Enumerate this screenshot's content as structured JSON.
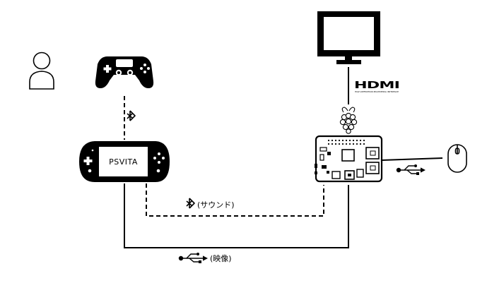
{
  "nodes": {
    "psvita": {
      "label": "PSVITA"
    },
    "hdmi": {
      "logo": "HDMI",
      "tagline": "HIGH-DEFINITION MULTIMEDIA INTERFACE"
    }
  },
  "edges": {
    "sound_label": "(サウンド)",
    "video_label": "(映像)"
  },
  "icons": [
    "user-icon",
    "gamepad-icon",
    "bluetooth-icon",
    "monitor-icon",
    "hdmi-logo",
    "raspberry-pi-logo",
    "raspberry-pi-board-icon",
    "mouse-icon",
    "usb-icon",
    "psvita-icon"
  ]
}
